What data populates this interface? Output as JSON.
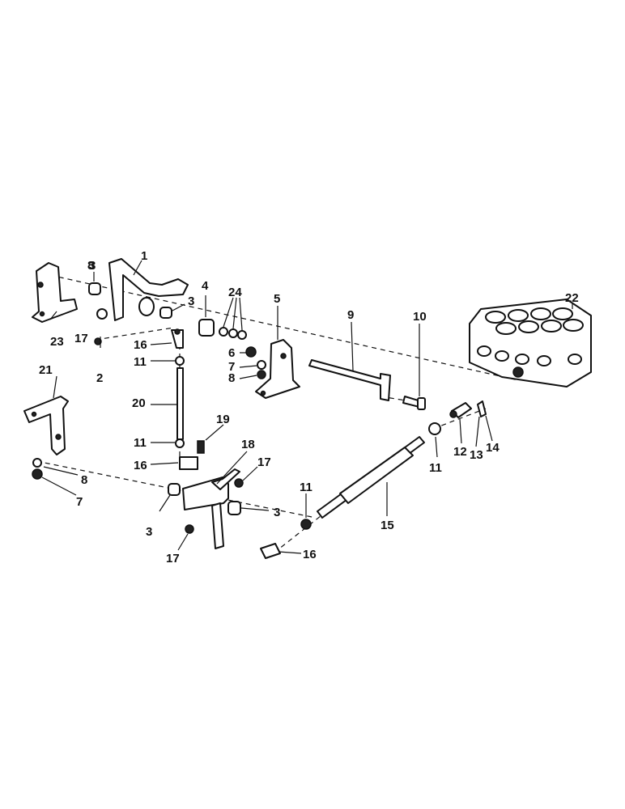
{
  "callouts": [
    {
      "id": "c1",
      "text": "1"
    },
    {
      "id": "c2",
      "text": "2"
    },
    {
      "id": "c3a",
      "text": "3"
    },
    {
      "id": "c3b",
      "text": "3"
    },
    {
      "id": "c3c",
      "text": "3"
    },
    {
      "id": "c3d",
      "text": "3"
    },
    {
      "id": "c4",
      "text": "4"
    },
    {
      "id": "c5",
      "text": "5"
    },
    {
      "id": "c6",
      "text": "6"
    },
    {
      "id": "c7a",
      "text": "7"
    },
    {
      "id": "c7b",
      "text": "7"
    },
    {
      "id": "c8a",
      "text": "8"
    },
    {
      "id": "c8b",
      "text": "8"
    },
    {
      "id": "c8c",
      "text": "8"
    },
    {
      "id": "c9",
      "text": "9"
    },
    {
      "id": "c10",
      "text": "10"
    },
    {
      "id": "c11a",
      "text": "11"
    },
    {
      "id": "c11b",
      "text": "11"
    },
    {
      "id": "c11c",
      "text": "11"
    },
    {
      "id": "c11d",
      "text": "11"
    },
    {
      "id": "c12",
      "text": "12"
    },
    {
      "id": "c13",
      "text": "13"
    },
    {
      "id": "c14",
      "text": "14"
    },
    {
      "id": "c15",
      "text": "15"
    },
    {
      "id": "c16a",
      "text": "16"
    },
    {
      "id": "c16b",
      "text": "16"
    },
    {
      "id": "c16c",
      "text": "16"
    },
    {
      "id": "c17a",
      "text": "17"
    },
    {
      "id": "c17b",
      "text": "17"
    },
    {
      "id": "c17c",
      "text": "17"
    },
    {
      "id": "c18",
      "text": "18"
    },
    {
      "id": "c19",
      "text": "19"
    },
    {
      "id": "c20",
      "text": "20"
    },
    {
      "id": "c21",
      "text": "21"
    },
    {
      "id": "c22",
      "text": "22"
    },
    {
      "id": "c23",
      "text": "23"
    },
    {
      "id": "c24",
      "text": "24"
    }
  ]
}
